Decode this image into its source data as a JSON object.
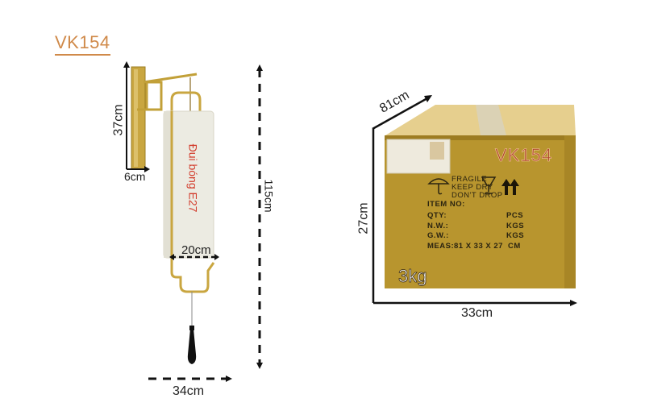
{
  "title": "VK154",
  "lamp": {
    "bracket_height": "37cm",
    "bracket_width": "6cm",
    "socket_label": "Đui bóng E27",
    "shade_width": "20cm",
    "total_height": "115cm",
    "total_depth": "34cm"
  },
  "box": {
    "depth": "81cm",
    "height": "27cm",
    "width": "33cm",
    "model": "VK154",
    "weight": "3kg",
    "handling": [
      "FRAGILE",
      "KEEP DRY",
      "DON'T DROP"
    ],
    "fields": {
      "item_no": "ITEM NO:",
      "qty": "QTY:",
      "qty_unit": "PCS",
      "nw": "N.W.:",
      "nw_unit": "KGS",
      "gw": "G.W.:",
      "gw_unit": "KGS",
      "meas": "MEAS:",
      "meas_value": "81 X 33 X 27",
      "meas_unit": "CM"
    }
  },
  "colors": {
    "title": "#d08a4a",
    "brass": "#c9a640",
    "shade": "#ecebe2",
    "cardboard": "#b8952e",
    "red_text": "#d23a2a"
  }
}
